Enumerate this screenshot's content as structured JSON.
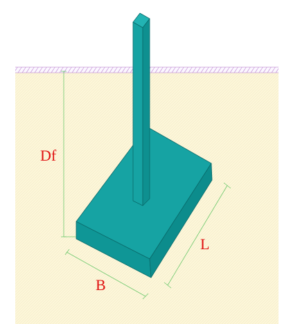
{
  "labels": {
    "depth": "Df",
    "length": "L",
    "width": "B"
  },
  "colors": {
    "soil": "#fcf6d9",
    "ground_hatch": "#c89ad8",
    "footing_top": "#16a3a3",
    "footing_side": "#0c8c8c",
    "dimension_line": "#6cc86c",
    "label": "#e01010"
  }
}
